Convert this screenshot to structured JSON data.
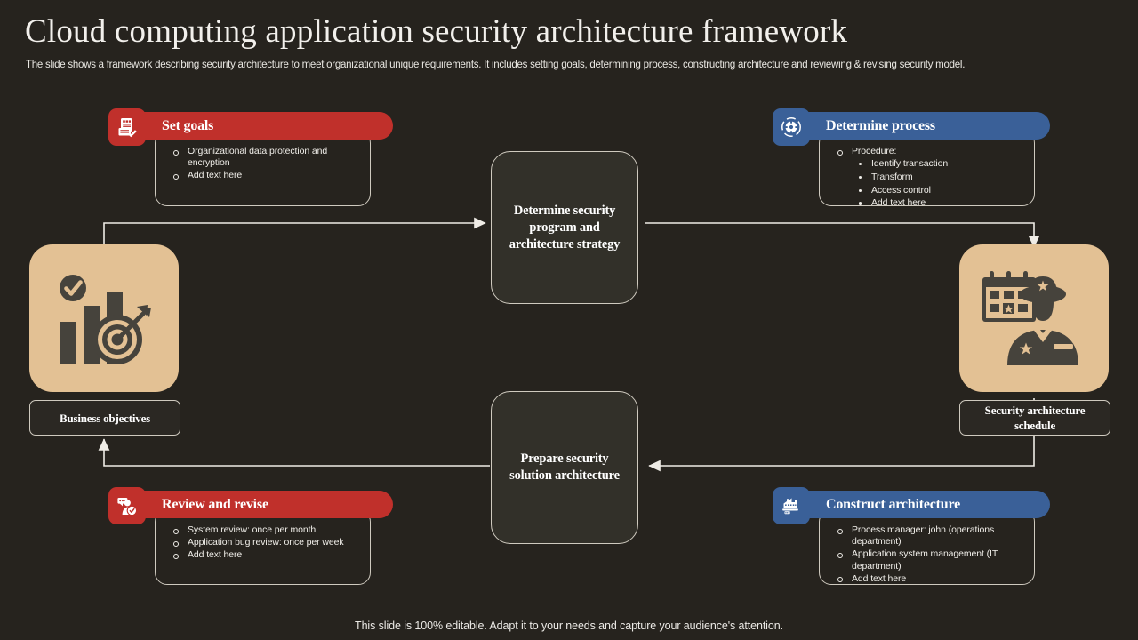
{
  "slide": {
    "title": "Cloud computing application security architecture framework",
    "subtitle": "The slide shows a framework describing security architecture to meet organizational unique requirements. It includes setting goals, determining process, constructing architecture and reviewing & revising security model.",
    "footer": "This slide is 100% editable. Adapt it to your needs and capture your audience's attention."
  },
  "colors": {
    "background": "#26231e",
    "red": "#c0302b",
    "blue": "#3a6098",
    "tan": "#e3c194",
    "box_fill": "#323029",
    "outline": "#cfcabf",
    "text": "#ffffff"
  },
  "cards": {
    "set_goals": {
      "title": "Set goals",
      "accent": "red",
      "icon": "checklist-document-icon",
      "items": [
        {
          "text": "Organizational data protection and encryption",
          "sub": []
        },
        {
          "text": "Add text here",
          "sub": []
        }
      ]
    },
    "determine_process": {
      "title": "Determine process",
      "accent": "blue",
      "icon": "gear-settings-icon",
      "items": [
        {
          "text": "Procedure:",
          "sub": [
            "Identify transaction",
            "Transform",
            "Access control",
            "Add text here"
          ]
        }
      ]
    },
    "review_and_revise": {
      "title": "Review and revise",
      "accent": "red",
      "icon": "user-feedback-icon",
      "items": [
        {
          "text": "System review: once per month",
          "sub": []
        },
        {
          "text": "Application bug review: once per week",
          "sub": []
        },
        {
          "text": "Add text here",
          "sub": []
        }
      ]
    },
    "construct_architecture": {
      "title": "Construct architecture",
      "accent": "blue",
      "icon": "building-construction-icon",
      "items": [
        {
          "text": "Process manager: john (operations department)",
          "sub": []
        },
        {
          "text": "Application system management (IT department)",
          "sub": []
        },
        {
          "text": "Add text here",
          "sub": []
        }
      ]
    }
  },
  "process_boxes": {
    "top": "Determine security program and architecture strategy",
    "bottom": "Prepare security solution architecture"
  },
  "panels": {
    "left": {
      "label": "Business objectives",
      "icon": "bar-chart-target-checkmark-illustration"
    },
    "right": {
      "label": "Security architecture schedule",
      "icon": "calendar-security-guard-illustration"
    }
  }
}
